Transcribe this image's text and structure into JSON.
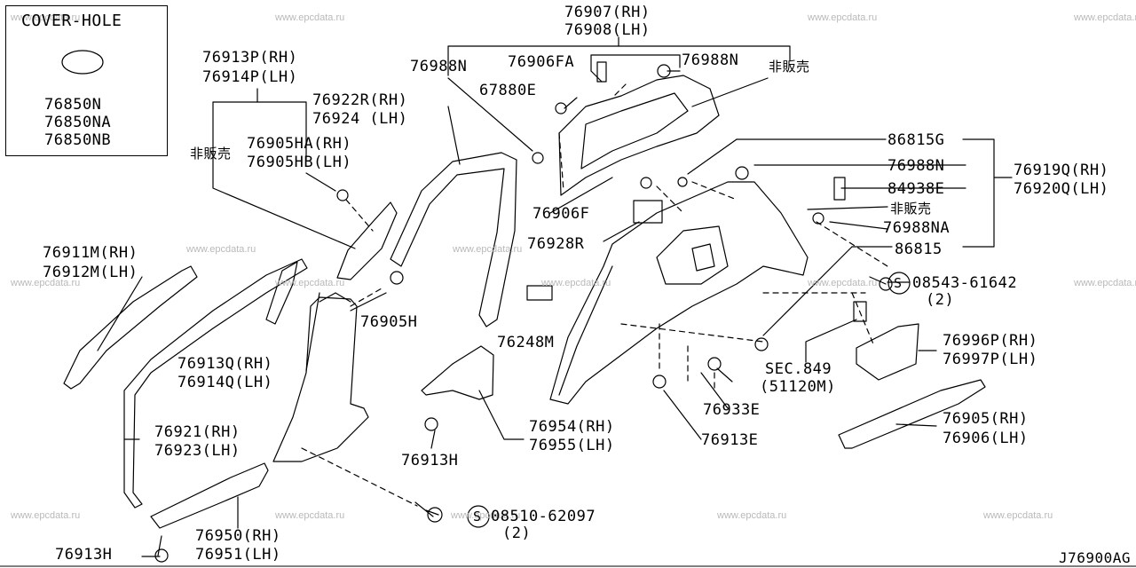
{
  "watermark_text": "www.epcdata.ru",
  "inset": {
    "title": "COVER-HOLE",
    "parts": [
      "76850N",
      "76850NA",
      "76850NB"
    ]
  },
  "labels": {
    "p76907": "76907(RH)",
    "p76908": "76908(LH)",
    "p76988N_a": "76988N",
    "p76906FA": "76906FA",
    "p76988N_b": "76988N",
    "not_for_sale_1": "非販売",
    "p67880E": "67880E",
    "p76913P": "76913P(RH)",
    "p76914P": "76914P(LH)",
    "p76922R": "76922R(RH)",
    "p76924": "76924 (LH)",
    "p76905HA": "76905HA(RH)",
    "p76905HB": "76905HB(LH)",
    "not_for_sale_2": "非販売",
    "p86815G": "86815G",
    "p76988N_c": "76988N",
    "p76919Q": "76919Q(RH)",
    "p84938E": "84938E",
    "p76920Q": "76920Q(LH)",
    "not_for_sale_3": "非販売",
    "p76988NA": "76988NA",
    "p86815": "86815",
    "p76906F": "76906F",
    "p76928R": "76928R",
    "p76911M": "76911M(RH)",
    "p76912M": "76912M(LH)",
    "p08543": "08543-61642",
    "p08543_qty": "(2)",
    "p76905H": "76905H",
    "p76248M": "76248M",
    "p76913Q": "76913Q(RH)",
    "p76914Q": "76914Q(LH)",
    "sec849": "SEC.849",
    "sec849_ref": "(51120M)",
    "p76996P": "76996P(RH)",
    "p76997P": "76997P(LH)",
    "p76933E": "76933E",
    "p76921": "76921(RH)",
    "p76923": "76923(LH)",
    "p76954": "76954(RH)",
    "p76955": "76955(LH)",
    "p76905": "76905(RH)",
    "p76906": "76906(LH)",
    "p76913E": "76913E",
    "p76913H_a": "76913H",
    "p08510": "08510-62097",
    "p08510_qty": "(2)",
    "p76950": "76950(RH)",
    "p76951": "76951(LH)",
    "p76913H_b": "76913H",
    "bolt_symbol": "S"
  },
  "diagram_code": "J76900AG"
}
